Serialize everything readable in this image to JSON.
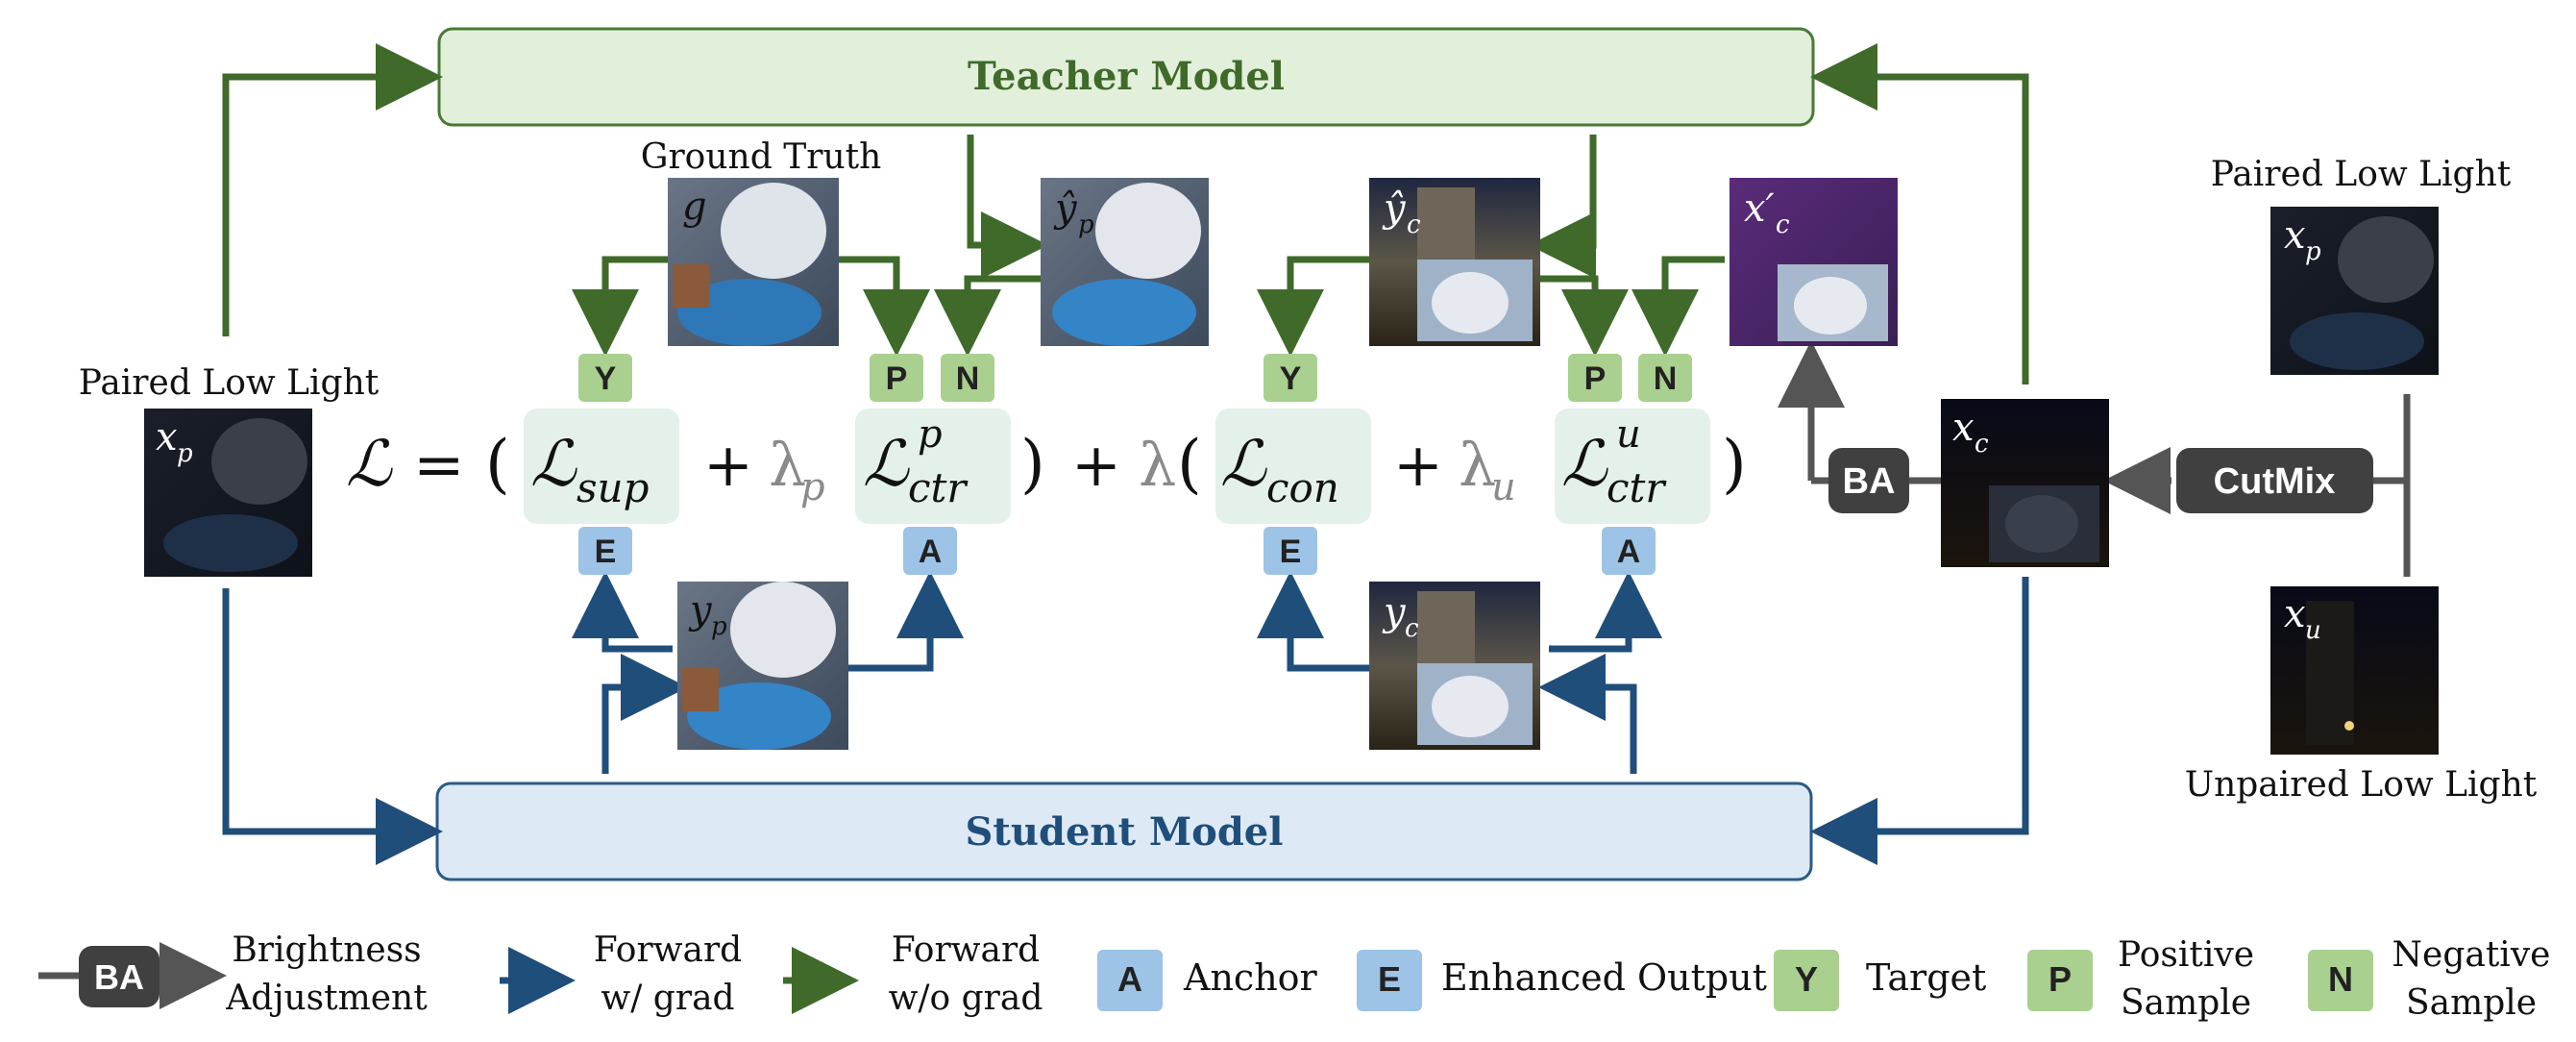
{
  "teacher": {
    "label": "Teacher Model"
  },
  "student": {
    "label": "Student Model"
  },
  "images": {
    "ground_truth": {
      "caption": "Ground Truth",
      "symbol": "g"
    },
    "paired_left": {
      "caption": "Paired Low Light",
      "symbol": "x_p"
    },
    "yhat_p": {
      "symbol": "ŷ_p"
    },
    "y_p": {
      "symbol": "y_p"
    },
    "yhat_c": {
      "symbol": "ŷ_c"
    },
    "y_c": {
      "symbol": "y_c"
    },
    "x_c_prime": {
      "symbol": "x′_c"
    },
    "x_c": {
      "symbol": "x_c"
    },
    "paired_right": {
      "caption": "Paired Low Light",
      "symbol": "x_p"
    },
    "unpaired": {
      "caption": "Unpaired Low Light",
      "symbol": "x_u"
    }
  },
  "equation": {
    "L": "ℒ",
    "eq": "=",
    "open1": "(",
    "L_sup": "ℒ",
    "sup_sub": "sup",
    "plus1": "+",
    "lambda_p": "λ",
    "lambda_p_sub": "p",
    "L_ctr_p": "ℒ",
    "ctr_p_sup": "p",
    "ctr_p_sub": "ctr",
    "close1": ")",
    "plus2": "+",
    "lambda": "λ",
    "open2": "(",
    "L_con": "ℒ",
    "con_sub": "con",
    "plus3": "+",
    "lambda_u": "λ",
    "lambda_u_sub": "u",
    "L_ctr_u": "ℒ",
    "ctr_u_sup": "u",
    "ctr_u_sub": "ctr",
    "close2": ")"
  },
  "badges": {
    "Y": "Y",
    "P": "P",
    "N": "N",
    "E": "E",
    "A": "A"
  },
  "ops": {
    "BA": "BA",
    "CutMix": "CutMix"
  },
  "legend": {
    "ba_badge": "BA",
    "ba_line1": "Brightness",
    "ba_line2": "Adjustment",
    "fwd_grad_line1": "Forward",
    "fwd_grad_line2": "w/ grad",
    "fwd_nograd_line1": "Forward",
    "fwd_nograd_line2": "w/o grad",
    "anchor_badge": "A",
    "anchor_label": "Anchor",
    "enh_badge": "E",
    "enh_label": "Enhanced Output",
    "target_badge": "Y",
    "target_label": "Target",
    "pos_badge": "P",
    "pos_line1": "Positive",
    "pos_line2": "Sample",
    "neg_badge": "N",
    "neg_line1": "Negative",
    "neg_line2": "Sample"
  },
  "colors": {
    "green_arrow": "#3f6a2a",
    "blue_arrow": "#1f4e7a",
    "gray_arrow": "#555555",
    "teacher_fill": "#e2efda",
    "teacher_stroke": "#4a7a34",
    "student_fill": "#dde9f5",
    "student_stroke": "#2a5a88",
    "green_badge": "#a9d08e",
    "blue_badge": "#9dc3e6",
    "term_bg": "#e3f1ea",
    "lambda_gray": "#8a8a8a",
    "dark_op": "#404040"
  }
}
